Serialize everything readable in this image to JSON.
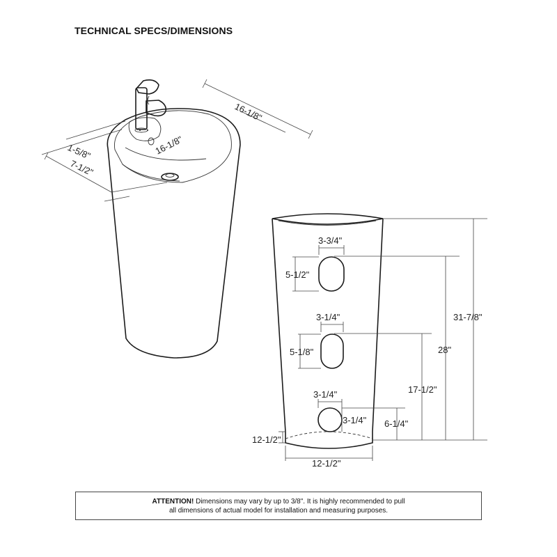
{
  "title": "TECHNICAL SPECS/DIMENSIONS",
  "dims": {
    "top_length": "16-1/8\"",
    "bowl_diameter": "16-1/8\"",
    "rim_width": "1-5/8\"",
    "faucet_offset": "7-1/2\"",
    "hole1_width": "3-3/4\"",
    "hole1_height": "5-1/2\"",
    "hole2_width": "3-1/4\"",
    "hole2_height": "5-1/8\"",
    "hole3_width": "3-1/4\"",
    "hole3_height": "3-1/4\"",
    "total_height": "31-7/8\"",
    "height_28": "28\"",
    "height_17": "17-1/2\"",
    "height_6": "6-1/4\"",
    "base_side": "12-1/2\"",
    "base_width": "12-1/2\""
  },
  "notice": {
    "bold": "ATTENTION!",
    "line1": "Dimensions may vary by up to 3/8\". It is highly recommended to pull",
    "line2": "all dimensions of actual model for installation and measuring purposes."
  }
}
